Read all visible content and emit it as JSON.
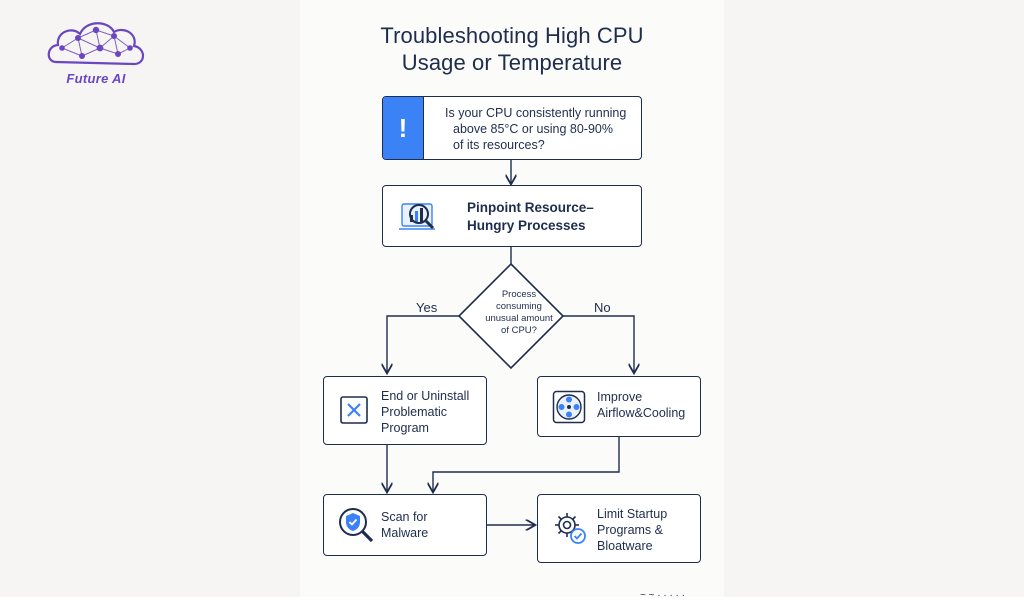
{
  "logo": {
    "text": "Future AI"
  },
  "title": {
    "line1": "Troubleshooting High CPU",
    "line2": "Usage or Temperature"
  },
  "steps": {
    "question": {
      "icon": "!",
      "lines": [
        "Is your CPU consistently running",
        "above 85°C or using 80-90%",
        "of its resources?"
      ]
    },
    "pinpoint": {
      "lines": [
        "Pinpoint Resource–",
        "Hungry Processes"
      ]
    },
    "decision": {
      "lines": [
        "Process",
        "consuming",
        "unusual amount",
        "of CPU?"
      ],
      "yes": "Yes",
      "no": "No"
    },
    "end_uninstall": {
      "lines": [
        "End or Uninstall",
        "Problematic",
        "Program"
      ]
    },
    "airflow": {
      "lines": [
        "Improve",
        "Airflow&Cooling"
      ]
    },
    "scan": {
      "lines": [
        "Scan for",
        "Malware"
      ]
    },
    "startup": {
      "lines": [
        "Limit Startup",
        "Programs &",
        "Bloatware"
      ]
    }
  },
  "footer_fragment": "~  ~  · · · · ·",
  "colors": {
    "ink": "#1f2d4d",
    "accent": "#3b82f6",
    "logo": "#6b46c1"
  }
}
